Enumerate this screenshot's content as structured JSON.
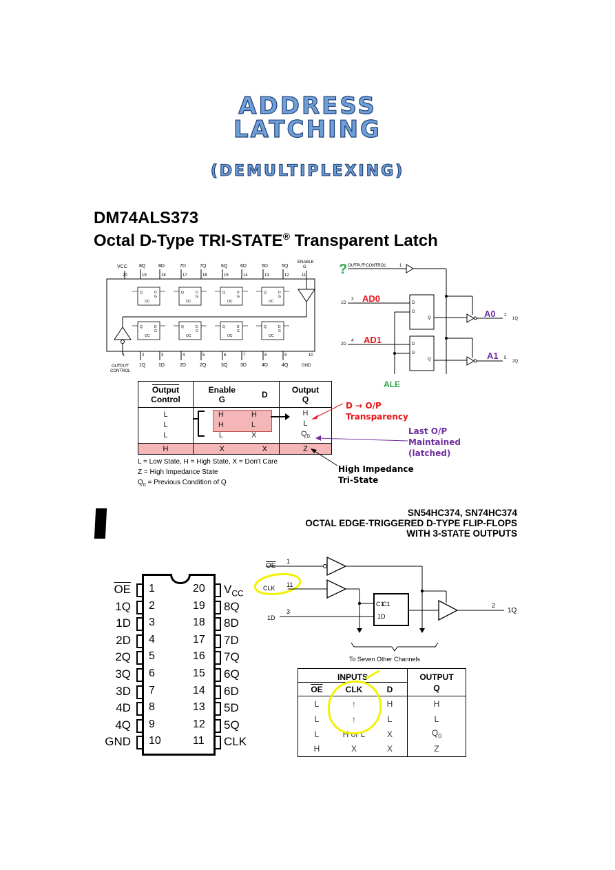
{
  "title": {
    "line1": "ADDRESS",
    "line2": "LATCHING",
    "line3": "(DEMULTIPLEXING)"
  },
  "ds373": {
    "part": "DM74ALS373",
    "subtitle_pre": "Octal D-Type TRI-STATE",
    "subtitle_reg": "®",
    "subtitle_post": " Transparent Latch"
  },
  "d373": {
    "vcc": "VCC",
    "enable_top": "ENABLE",
    "enable_g": "G",
    "top_pins": [
      {
        "name": "8Q",
        "num": "19"
      },
      {
        "name": "8D",
        "num": "18"
      },
      {
        "name": "7D",
        "num": "17"
      },
      {
        "name": "7Q",
        "num": "16"
      },
      {
        "name": "6Q",
        "num": "15"
      },
      {
        "name": "6D",
        "num": "14"
      },
      {
        "name": "5D",
        "num": "13"
      },
      {
        "name": "5Q",
        "num": "12"
      }
    ],
    "vcc_num": "20",
    "enable_num": "11",
    "bottom_pins": [
      {
        "name": "1Q",
        "num": "2"
      },
      {
        "name": "1D",
        "num": "3"
      },
      {
        "name": "2D",
        "num": "4"
      },
      {
        "name": "2Q",
        "num": "5"
      },
      {
        "name": "3Q",
        "num": "6"
      },
      {
        "name": "3D",
        "num": "7"
      },
      {
        "name": "4D",
        "num": "8"
      },
      {
        "name": "4Q",
        "num": "9"
      }
    ],
    "gnd": "GND",
    "gnd_num": "10",
    "oc_num": "1",
    "oc_label_1": "OUTPUT",
    "oc_label_2": "CONTROL",
    "ff_q": "Q",
    "ff_d": "D",
    "ff_g": "G",
    "ff_oc": "OC"
  },
  "schem": {
    "question": "?",
    "output_control": "OUTPUT CONTROL",
    "oc_pin": "1",
    "in0_pin_name": "1D",
    "in0_pin": "3",
    "in0_sig": "AD0",
    "in1_pin_name": "2D",
    "in1_pin": "4",
    "in1_sig": "AD1",
    "out0_sig": "A0",
    "out0_pin": "2",
    "out0_name": "1Q",
    "out1_sig": "A1",
    "out1_pin": "5",
    "out1_name": "2Q",
    "ale": "ALE",
    "ff_d": "D",
    "ff_g": "G",
    "ff_q": "Q"
  },
  "table373": {
    "h1a": "Output",
    "h1b": "Control",
    "h2a": "Enable",
    "h2b": "G",
    "h3": "D",
    "h4a": "Output",
    "h4b": "Q",
    "rows": [
      {
        "oc": "L",
        "g": "H",
        "d": "H",
        "q": "H"
      },
      {
        "oc": "L",
        "g": "H",
        "d": "L",
        "q": "L"
      },
      {
        "oc": "L",
        "g": "L",
        "d": "X",
        "q": "Q",
        "q_sub": "0"
      },
      {
        "oc": "H",
        "g": "X",
        "d": "X",
        "q": "Z"
      }
    ],
    "notes": [
      "L = Low State, H = High State, X = Don't Care",
      "Z = High Impedance State"
    ],
    "note3_a": "Q",
    "note3_sub": "0",
    "note3_b": " = Previous Condition of Q"
  },
  "annotations": {
    "transparency_1": "D → O/P",
    "transparency_2": "Transparency",
    "latched_1": "Last O/P",
    "latched_2": "Maintained",
    "latched_3": "(latched)",
    "hiz_1": "High Impedance",
    "hiz_2": "Tri-State"
  },
  "ds374": {
    "part": "SN54HC374, SN74HC374",
    "line2": "OCTAL EDGE-TRIGGERED D-TYPE FLIP-FLOPS",
    "line3": "WITH 3-STATE OUTPUTS"
  },
  "pinout": {
    "left": [
      {
        "name": "OE",
        "num": "1",
        "bar": true
      },
      {
        "name": "1Q",
        "num": "2"
      },
      {
        "name": "1D",
        "num": "3"
      },
      {
        "name": "2D",
        "num": "4"
      },
      {
        "name": "2Q",
        "num": "5"
      },
      {
        "name": "3Q",
        "num": "6"
      },
      {
        "name": "3D",
        "num": "7"
      },
      {
        "name": "4D",
        "num": "8"
      },
      {
        "name": "4Q",
        "num": "9"
      },
      {
        "name": "GND",
        "num": "10"
      }
    ],
    "right": [
      {
        "name": "V",
        "sub": "CC",
        "num": "20"
      },
      {
        "name": "8Q",
        "num": "19"
      },
      {
        "name": "8D",
        "num": "18"
      },
      {
        "name": "7D",
        "num": "17"
      },
      {
        "name": "7Q",
        "num": "16"
      },
      {
        "name": "6Q",
        "num": "15"
      },
      {
        "name": "6D",
        "num": "14"
      },
      {
        "name": "5D",
        "num": "13"
      },
      {
        "name": "5Q",
        "num": "12"
      },
      {
        "name": "CLK",
        "num": "11"
      }
    ]
  },
  "logic374": {
    "oe": "OE",
    "oe_pin": "1",
    "clk": "CLK",
    "clk_pin": "11",
    "d": "1D",
    "d_pin": "3",
    "ff_c1": "C1",
    "ff_1d": "1D",
    "out_pin": "2",
    "out": "1Q",
    "channels": "To Seven Other Channels"
  },
  "table374": {
    "inputs": "INPUTS",
    "output": "OUTPUT",
    "oe": "OE",
    "clk": "CLK",
    "d": "D",
    "q": "Q",
    "rows": [
      {
        "oe": "L",
        "clk": "↑",
        "d": "H",
        "q": "H"
      },
      {
        "oe": "L",
        "clk": "↑",
        "d": "L",
        "q": "L"
      },
      {
        "oe": "L",
        "clk": "H or L",
        "d": "X",
        "q": "Q",
        "q_sub": "0"
      },
      {
        "oe": "H",
        "clk": "X",
        "d": "X",
        "q": "Z"
      }
    ]
  },
  "colors": {
    "red": "#e8141a",
    "purple": "#7030a0",
    "green": "#2aa84a",
    "pink": "#f4b6b6",
    "yellow": "#f2f200",
    "title_fill": "#6f9fd8",
    "title_edge": "#1f3f73"
  }
}
